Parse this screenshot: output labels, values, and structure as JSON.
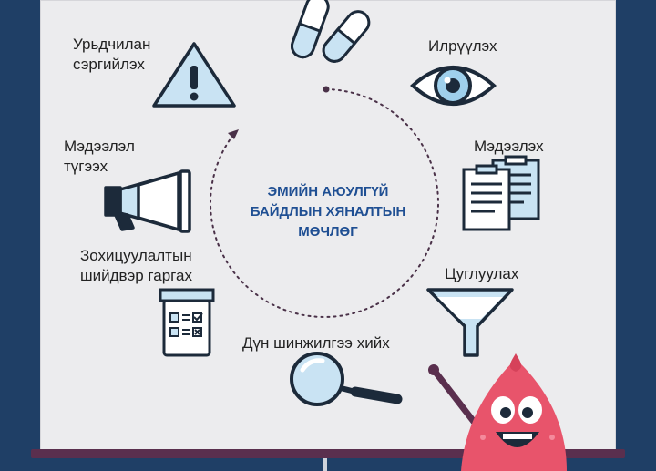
{
  "diagram": {
    "center_title": "ЭМИЙН АЮУЛГҮЙ\nБАЙДЛЫН ХЯНАЛТЫН\nМӨЧЛӨГ",
    "steps": [
      {
        "label": "Урьдчилан\nсэргийлэх",
        "icon": "warning-triangle-icon"
      },
      {
        "label": "Илрүүлэх",
        "icon": "eye-icon"
      },
      {
        "label": "Мэдээлэх",
        "icon": "documents-icon"
      },
      {
        "label": "Цуглуулах",
        "icon": "funnel-icon"
      },
      {
        "label": "Дүн шинжилгээ хийх",
        "icon": "magnifier-icon"
      },
      {
        "label": "Зохицуулалтын\nшийдвэр гаргах",
        "icon": "checklist-jar-icon"
      },
      {
        "label": "Мэдээлэл\nтүгээх",
        "icon": "megaphone-icon"
      }
    ],
    "top_icon": "capsules-icon",
    "mascot_icon": "drop-mascot-icon"
  },
  "colors": {
    "outer_background": "#1f3f66",
    "board": "#ececee",
    "rail": "#5a2f4e",
    "icon_outline": "#1c2a3a",
    "icon_fill": "#c9e3f3",
    "center_title": "#1f4f93",
    "cycle_dots": "#4a3148",
    "mascot": "#e8546b"
  }
}
